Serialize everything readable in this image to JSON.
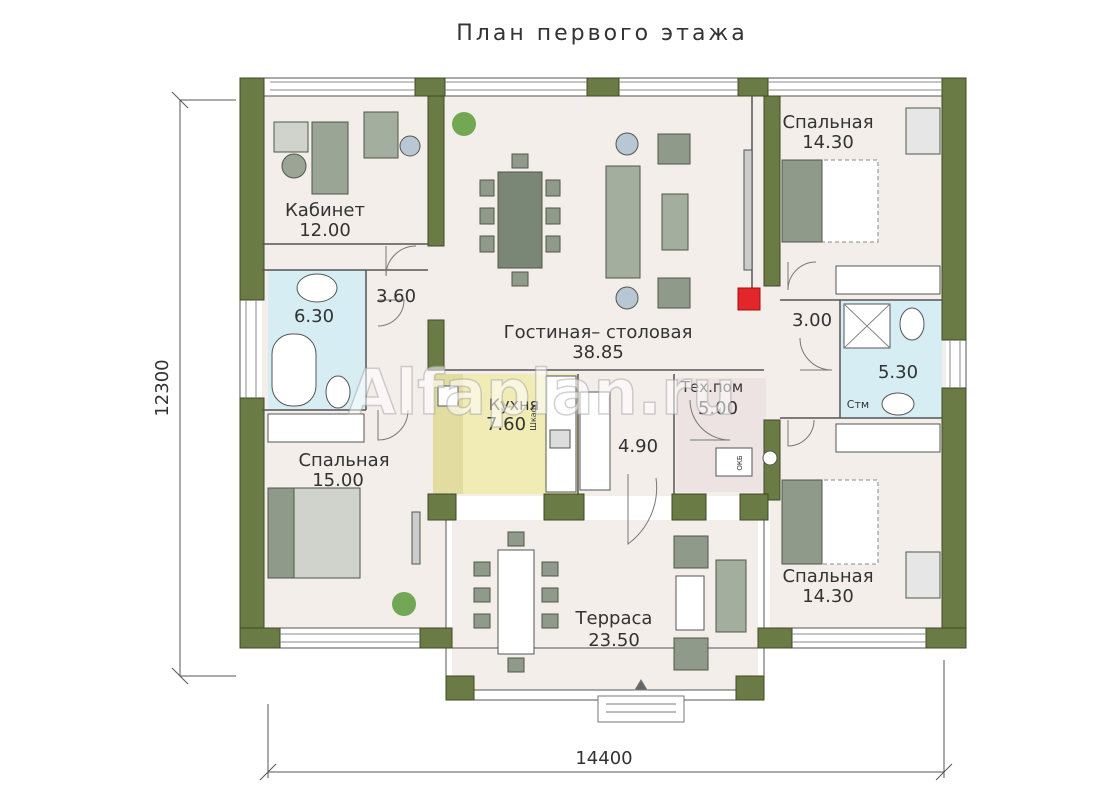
{
  "title": "План первого этажа",
  "watermark": "Alfaplan.ru",
  "dimensions": {
    "height": "12300",
    "width": "14400"
  },
  "rooms": {
    "kabinet": {
      "name": "Кабинет",
      "area": "12.00"
    },
    "bath": {
      "area": "6.30"
    },
    "hall": {
      "area": "3.60"
    },
    "living": {
      "name": "Гостиная– столовая",
      "area": "38.85"
    },
    "bed_ne": {
      "name": "Спальная",
      "area": "14.30"
    },
    "corridor": {
      "area": "3.00"
    },
    "wc": {
      "area": "5.30",
      "label": "Стм"
    },
    "kitchen": {
      "name": "Кухня",
      "area": "7.60"
    },
    "closet": {
      "area": "4.90"
    },
    "tech": {
      "name": "Тех.пом",
      "area": "5.00"
    },
    "bed_w": {
      "name": "Спальная",
      "area": "15.00"
    },
    "bed_se": {
      "name": "Спальная",
      "area": "14.30"
    },
    "terrace": {
      "name": "Терраса",
      "area": "23.50"
    }
  },
  "fixture_labels": {
    "wardrobe": "Шкаф",
    "boiler": "ОКБ"
  },
  "colors": {
    "wall": "#6b7b46",
    "floor": "#f3eeea",
    "bath_floor": "#d6eef3",
    "kitchen_floor": "#f1ecb6",
    "kitchen_side": "#e2dca0",
    "tech_floor": "#ede3e3",
    "furniture": "#8f9a8a",
    "accent_red": "#e3262a"
  }
}
